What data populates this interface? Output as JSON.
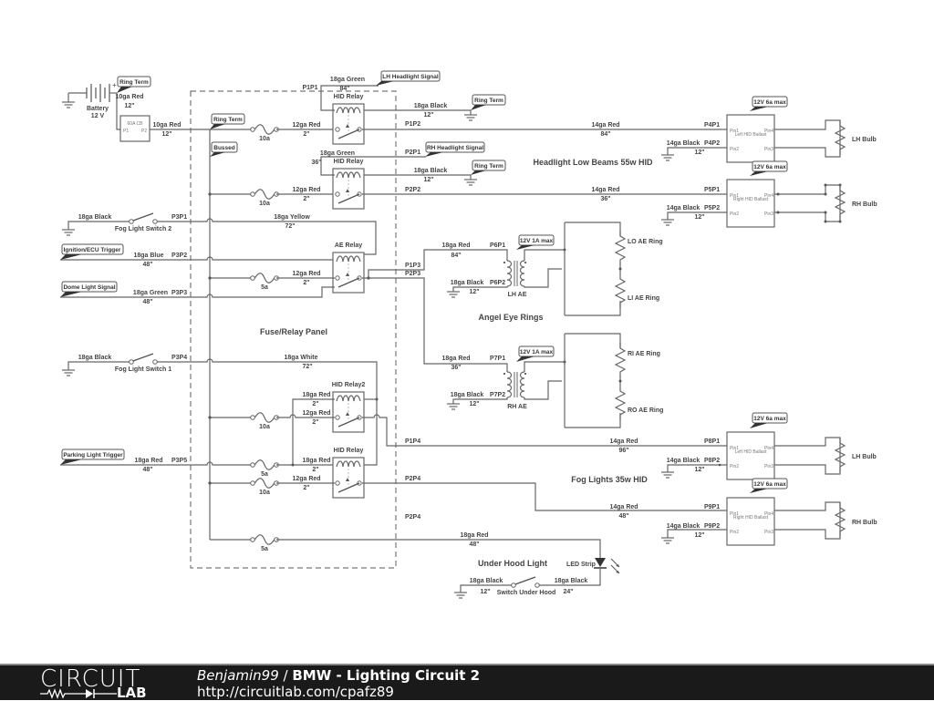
{
  "schematic": {
    "panel_title": "Fuse/Relay Panel",
    "section_titles": {
      "low_beams": "Headlight Low Beams 55w HID",
      "angel_eyes": "Angel Eye Rings",
      "fog_lights": "Fog Lights 35w HID",
      "under_hood": "Under Hood Light"
    },
    "tags": {
      "ring_term_battery": "Ring Term",
      "ring_term_panel": "Ring Term",
      "bussed": "Bussed",
      "lh_headlight_signal": "LH Headlight Signal",
      "rh_headlight_signal": "RH Headlight Signal",
      "ring_term_relay1": "Ring Term",
      "ring_term_relay2": "Ring Term",
      "ignition_trigger": "Ignition/ECU Trigger",
      "dome_light_signal": "Dome Light Signal",
      "parking_light_trigger": "Parking Light Trigger",
      "ballast_lh_low_max": "12V 6a max",
      "ballast_rh_low_max": "12V 6a max",
      "ae_lh_max": "12V 1A max",
      "ae_rh_max": "12V 1A max",
      "ballast_lh_fog_max": "12V 6a max",
      "ballast_rh_fog_max": "12V 6a max"
    },
    "components": {
      "battery_label": "Battery",
      "battery_voltage": "12 V",
      "battery_plus": "+",
      "cb_label": "60A CB",
      "cb_p1": "P1",
      "cb_p2": "P2",
      "hid_relay_1": "HID Relay",
      "hid_relay_2": "HID Relay",
      "ae_relay": "AE Relay",
      "hid_relay2_fog": "HID Relay2",
      "hid_relay_fog": "HID Relay",
      "fog_switch_2": "Fog Light Switch 2",
      "fog_switch_1": "Fog Light Switch 1",
      "switch_under_hood": "Switch Under Hood",
      "led_strip": "LED Strip",
      "lh_ae": "LH AE",
      "rh_ae": "RH AE",
      "lo_ae_ring": "LO AE Ring",
      "li_ae_ring": "LI AE Ring",
      "ri_ae_ring": "RI AE Ring",
      "ro_ae_ring": "RO AE Ring",
      "left_ballast": "Left HID Ballast",
      "right_ballast": "Right HID Ballast",
      "pin1": "Pin1",
      "pin2": "Pin2",
      "pin3": "Pin3",
      "pin4": "Pin4",
      "lh_bulb": "LH Bulb",
      "rh_bulb": "RH Bulb"
    },
    "fuses": {
      "f1": "10a",
      "f2": "10a",
      "f3": "5a",
      "f4": "10a",
      "f5": "5a",
      "f6": "10a",
      "f7": "5a"
    },
    "wires": {
      "bat_cb": {
        "gauge": "10ga Red",
        "length": "12\""
      },
      "cb_panel": {
        "gauge": "10ga Red",
        "length": "12\""
      },
      "lh_signal": {
        "gauge": "18ga Green",
        "length": "84\"",
        "port": "P1P1"
      },
      "relay1_gnd": {
        "gauge": "18ga Black",
        "length": "12\""
      },
      "relay1_in": {
        "gauge": "12ga Red",
        "length": "2\""
      },
      "p1p2": {
        "port": "P1P2"
      },
      "rh_signal": {
        "gauge": "18ga Green",
        "length": "36\"",
        "port": "P2P1"
      },
      "relay2_gnd": {
        "gauge": "18ga Black",
        "length": "12\""
      },
      "relay2_in": {
        "gauge": "12ga Red",
        "length": "2\""
      },
      "p2p2": {
        "port": "P2P2"
      },
      "lh_low_feed": {
        "gauge": "14ga Red",
        "length": "84\"",
        "port": "P4P1"
      },
      "lh_low_gnd": {
        "gauge": "14ga Black",
        "length": "12\"",
        "port": "P4P2"
      },
      "rh_low_feed": {
        "gauge": "14ga Red",
        "length": "36\"",
        "port": "P5P1"
      },
      "rh_low_gnd": {
        "gauge": "14ga Black",
        "length": "12\"",
        "port": "P5P2"
      },
      "fog_sw2": {
        "gauge": "18ga Black",
        "port": "P3P1"
      },
      "fog_sw2_run": {
        "gauge": "18ga Yellow",
        "length": "72\""
      },
      "ign": {
        "gauge": "18ga Blue",
        "length": "48\"",
        "port": "P3P2"
      },
      "ae_in": {
        "gauge": "12ga Red",
        "length": "2\""
      },
      "dome": {
        "gauge": "18ga Green",
        "length": "48\"",
        "port": "P3P3"
      },
      "p1p3": {
        "port": "P1P3"
      },
      "p2p3": {
        "port": "P2P3"
      },
      "lh_ae_feed": {
        "gauge": "18ga Red",
        "length": "84\"",
        "port": "P6P1"
      },
      "lh_ae_gnd": {
        "gauge": "18ga Black",
        "length": "12\"",
        "port": "P6P2"
      },
      "rh_ae_feed": {
        "gauge": "18ga Red",
        "length": "36\"",
        "port": "P7P1"
      },
      "rh_ae_gnd": {
        "gauge": "18ga Black",
        "length": "12\"",
        "port": "P7P2"
      },
      "fog_sw1": {
        "gauge": "18ga Black",
        "port": "P3P4"
      },
      "fog_sw1_run": {
        "gauge": "18ga White",
        "length": "72\""
      },
      "relay2fog_coil": {
        "gauge": "18ga Red",
        "length": "2\""
      },
      "relay2fog_in": {
        "gauge": "12ga Red",
        "length": "2\""
      },
      "park": {
        "gauge": "18ga Red",
        "length": "48\"",
        "port": "P3P5"
      },
      "relayfog_coil": {
        "gauge": "18ga Red",
        "length": "2\""
      },
      "relayfog_in": {
        "gauge": "12ga Red",
        "length": "2\""
      },
      "p1p4": {
        "port": "P1P4"
      },
      "p2p4a": {
        "port": "P2P4"
      },
      "p2p4b": {
        "port": "P2P4"
      },
      "lh_fog_feed": {
        "gauge": "14ga Red",
        "length": "96\"",
        "port": "P8P1"
      },
      "lh_fog_gnd": {
        "gauge": "14ga Black",
        "length": "12\"",
        "port": "P8P2"
      },
      "rh_fog_feed": {
        "gauge": "14ga Red",
        "length": "48\"",
        "port": "P9P1"
      },
      "rh_fog_gnd": {
        "gauge": "14ga Black",
        "length": "12\"",
        "port": "P9P2"
      },
      "underhood_feed": {
        "gauge": "18ga Red",
        "length": "48\""
      },
      "underhood_gnd": {
        "gauge": "18ga Black",
        "length": "12\""
      },
      "underhood_sw": {
        "gauge": "18ga Black",
        "length": "24\""
      }
    }
  },
  "footer": {
    "logo_top": "CIRCUIT",
    "logo_bottom": "LAB",
    "author": "Benjamin99",
    "separator": " / ",
    "title": "BMW - Lighting Circuit 2",
    "url": "http://circuitlab.com/cpafz89"
  }
}
